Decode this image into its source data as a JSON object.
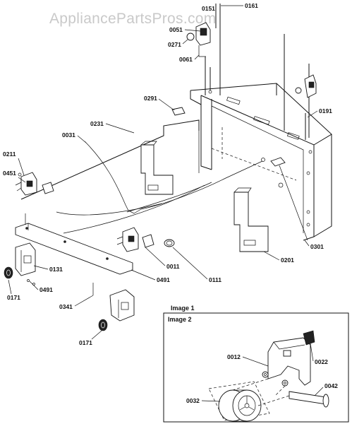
{
  "watermark": "AppliancePartsPros.com",
  "inset": {
    "title_1": "Image 1",
    "title_2": "Image 2"
  },
  "callouts": {
    "c0151": "0151",
    "c0161": "0161",
    "c0051": "0051",
    "c0271": "0271",
    "c0061": "0061",
    "c0291": "0291",
    "c0191": "0191",
    "c0231": "0231",
    "c0031": "0031",
    "c0211": "0211",
    "c0451": "0451",
    "c0301": "0301",
    "c0201": "0201",
    "c0011": "0011",
    "c0131": "0131",
    "c0491a": "0491",
    "c0491b": "0491",
    "c0111": "0111",
    "c0171a": "0171",
    "c0171b": "0171",
    "c0341": "0341",
    "c0012": "0012",
    "c0022": "0022",
    "c0032": "0032",
    "c0042": "0042"
  }
}
